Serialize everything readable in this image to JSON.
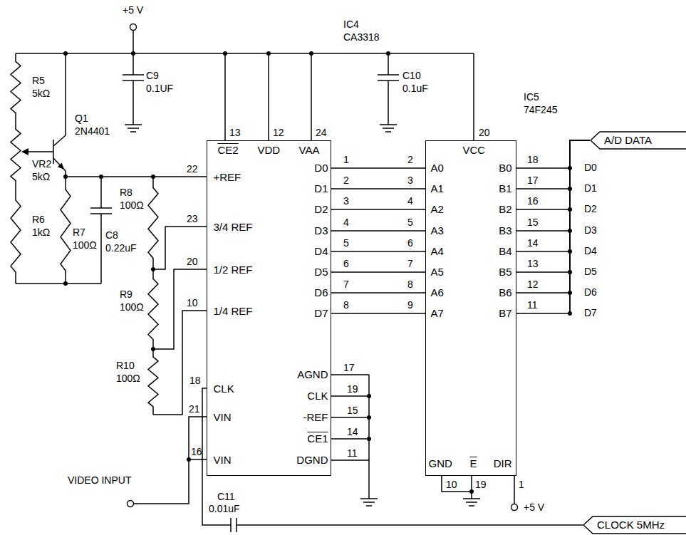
{
  "diagram": {
    "nodes": [
      {
        "text": [
          "CE2",
          "VDD",
          "VAA",
          "+REF",
          "3/4 REF",
          "1/2 REF",
          "1/4 REF",
          "CLK",
          "VIN",
          "VIN",
          "D0",
          "D1",
          "D2",
          "D3",
          "D4",
          "D5",
          "D6",
          "D7",
          "AGND",
          "CLK",
          "-REF",
          "CE1",
          "DGND"
        ]
      },
      {
        "text": [
          "A0",
          "A1",
          "A2",
          "A3",
          "A4",
          "A5",
          "A6",
          "A7",
          "VCC",
          "B0",
          "B1",
          "B2",
          "B3",
          "B4",
          "B5",
          "B6",
          "B7",
          "GND",
          "E",
          "DIR"
        ]
      },
      {
        "text": [
          "A/D DATA"
        ]
      },
      {
        "text": [
          "CLOCK 5MHz"
        ]
      }
    ],
    "edges": [
      {
        "from": 0,
        "to": 1,
        "arrow": "none"
      },
      {
        "from": 0,
        "to": 1,
        "arrow": "none"
      },
      {
        "from": 0,
        "to": 1,
        "arrow": "none"
      },
      {
        "from": 0,
        "to": 1,
        "arrow": "none"
      },
      {
        "from": 0,
        "to": 1,
        "arrow": "none"
      },
      {
        "from": 0,
        "to": 1,
        "arrow": "none"
      },
      {
        "from": 0,
        "to": 1,
        "arrow": "none"
      },
      {
        "from": 0,
        "to": 1,
        "arrow": "none"
      },
      {
        "from": 1,
        "to": 2,
        "arrow": "none"
      },
      {
        "from": 1,
        "to": 2,
        "arrow": "none"
      },
      {
        "from": 1,
        "to": 2,
        "arrow": "none"
      },
      {
        "from": 1,
        "to": 2,
        "arrow": "none"
      },
      {
        "from": 1,
        "to": 2,
        "arrow": "none"
      },
      {
        "from": 1,
        "to": 2,
        "arrow": "none"
      },
      {
        "from": 1,
        "to": 2,
        "arrow": "none"
      },
      {
        "from": 1,
        "to": 2,
        "arrow": "none"
      },
      {
        "from": 3,
        "to": 0,
        "arrow": "none"
      }
    ],
    "labels": [
      "+5 V",
      "C9",
      "0.1UF",
      "R5",
      "5kΩ",
      "VR2",
      "5kΩ",
      "R6",
      "1kΩ",
      "Q1",
      "2N4401",
      "R8",
      "100Ω",
      "C8",
      "0.22uF",
      "R7",
      "100Ω",
      "R9",
      "100Ω",
      "R10",
      "100Ω",
      "IC4",
      "CA3318",
      "C10",
      "0.1uF",
      "IC5",
      "74F245",
      "13",
      "12",
      "24",
      "22",
      "23",
      "20",
      "10",
      "18",
      "21",
      "16",
      "1",
      "2",
      "3",
      "4",
      "5",
      "6",
      "7",
      "8",
      "2",
      "3",
      "4",
      "5",
      "6",
      "7",
      "8",
      "9",
      "20",
      "18",
      "17",
      "16",
      "15",
      "14",
      "13",
      "12",
      "11",
      "D0",
      "D1",
      "D2",
      "D3",
      "D4",
      "D5",
      "D6",
      "D7",
      "17",
      "19",
      "15",
      "14",
      "11",
      "10",
      "19",
      "1",
      "+5 V",
      "VIDEO INPUT",
      "C11",
      "0.01uF"
    ]
  }
}
